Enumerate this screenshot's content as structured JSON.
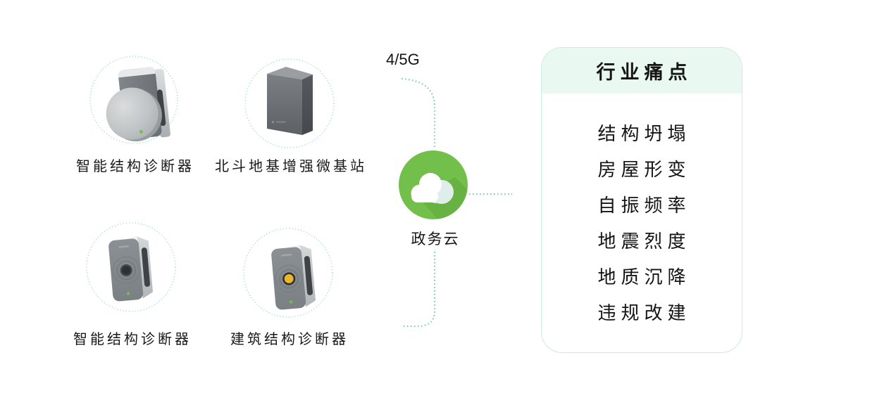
{
  "network": {
    "label": "4/5G"
  },
  "cloud": {
    "label": "政务云"
  },
  "devices": [
    {
      "label": "智能结构诊断器"
    },
    {
      "label": "北斗地基增强微基站"
    },
    {
      "label": "智能结构诊断器"
    },
    {
      "label": "建筑结构诊断器"
    }
  ],
  "panel": {
    "title": "行业痛点",
    "items": [
      "结构坍塌",
      "房屋形变",
      "自振频率",
      "地震烈度",
      "地质沉降",
      "违规改建"
    ]
  },
  "colors": {
    "cloud_green": "#72bf4b",
    "cloud_shadow_green": "#68b243",
    "connector_teal": "#7cd1ab",
    "circle_teal": "#9adcc2",
    "panel_header_bg": "#e9f8f0",
    "panel_border": "#cdecdb",
    "button_yellow": "#e9b62c",
    "led_green": "#6fbf4a"
  }
}
